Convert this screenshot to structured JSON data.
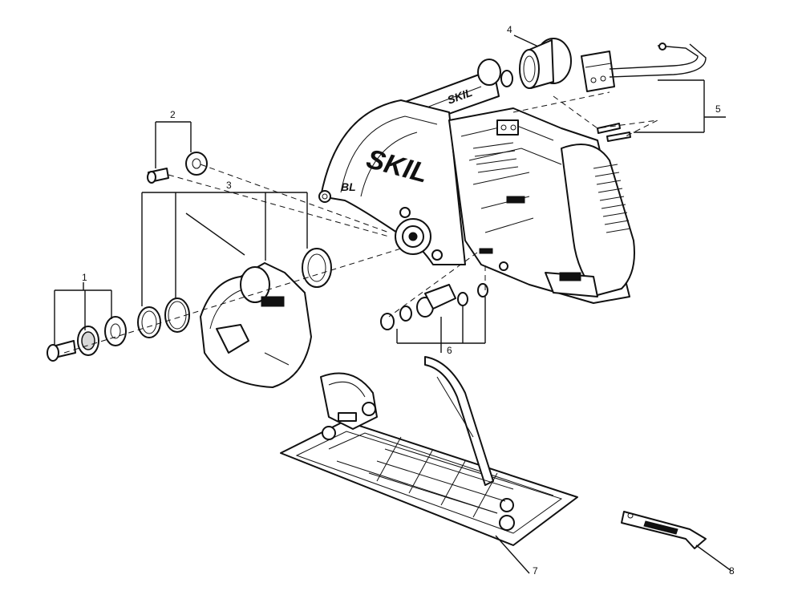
{
  "diagram": {
    "brand_large": "SKIL",
    "brand_small": "SKIL",
    "model_badge": "BL",
    "callouts": [
      {
        "id": "1",
        "label": "1"
      },
      {
        "id": "2",
        "label": "2"
      },
      {
        "id": "3",
        "label": "3"
      },
      {
        "id": "4",
        "label": "4"
      },
      {
        "id": "5",
        "label": "5"
      },
      {
        "id": "6",
        "label": "6"
      },
      {
        "id": "7",
        "label": "7"
      },
      {
        "id": "8",
        "label": "8"
      }
    ]
  }
}
